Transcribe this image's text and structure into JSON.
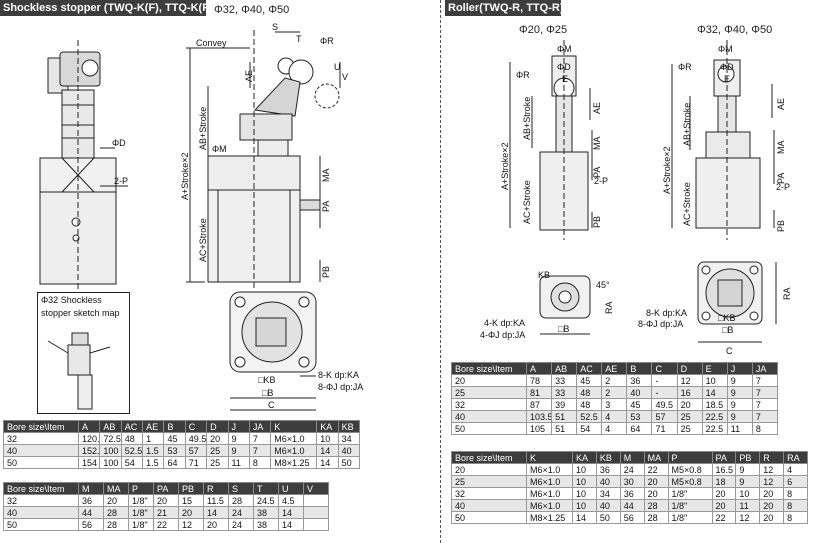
{
  "left": {
    "header": "Shockless stopper (TWQ-K(F), TTQ-K(F))",
    "bores_note": "Φ32, Φ40, Φ50",
    "sketch_caption_line1": "Φ32 Shockless",
    "sketch_caption_line2": "stopper sketch map",
    "labels": {
      "convey": "Convey",
      "s": "S",
      "t": "T",
      "phi_r": "ΦR",
      "u": "U",
      "v": "V",
      "ae": "AE",
      "ab_stroke": "AB+Stroke",
      "a_stroke2": "A+Stroke×2",
      "phi_m": "ΦM",
      "ma": "MA",
      "pa": "PA",
      "ac_stroke": "AC+Stroke",
      "pb": "PB",
      "phi_d": "ΦD",
      "two_p": "2-P",
      "kb": "□KB",
      "b": "□B",
      "c": "C",
      "k_dp": "8-K dp:KA",
      "phi_j": "8-ΦJ dp:JA"
    },
    "table1": {
      "headers": [
        "Bore size\\Item",
        "A",
        "AB",
        "AC",
        "AE",
        "B",
        "C",
        "D",
        "J",
        "JA",
        "K",
        "KA",
        "KB"
      ],
      "rows": [
        [
          "32",
          "120.5",
          "72.5",
          "48",
          "1",
          "45",
          "49.5",
          "20",
          "9",
          "7",
          "M6×1.0",
          "10",
          "34"
        ],
        [
          "40",
          "152.5",
          "100",
          "52.5",
          "1.5",
          "53",
          "57",
          "25",
          "9",
          "7",
          "M6×1.0",
          "14",
          "40"
        ],
        [
          "50",
          "154",
          "100",
          "54",
          "1.5",
          "64",
          "71",
          "25",
          "11",
          "8",
          "M8×1.25",
          "14",
          "50"
        ]
      ]
    },
    "table2": {
      "headers": [
        "Bore size\\Item",
        "M",
        "MA",
        "P",
        "PA",
        "PB",
        "R",
        "S",
        "T",
        "U",
        "V"
      ],
      "rows": [
        [
          "32",
          "36",
          "20",
          "1/8\"",
          "20",
          "15",
          "11.5",
          "28",
          "24.5",
          "4.5",
          ""
        ],
        [
          "40",
          "44",
          "28",
          "1/8\"",
          "21",
          "20",
          "14",
          "24",
          "38",
          "14",
          ""
        ],
        [
          "50",
          "56",
          "28",
          "1/8\"",
          "22",
          "12",
          "20",
          "24",
          "38",
          "14",
          ""
        ]
      ]
    }
  },
  "right": {
    "header": "Roller(TWQ-R, TTQ-R)",
    "bores_note_a": "Φ20, Φ25",
    "bores_note_b": "Φ32, Φ40, Φ50",
    "labels": {
      "phi_m": "ΦM",
      "phi_d": "ΦD",
      "e": "E",
      "phi_r": "ΦR",
      "ae": "AE",
      "ab_stroke": "AB+Stroke",
      "a_stroke2": "A+Stroke×2",
      "ma": "MA",
      "pa": "PA",
      "two_p": "2-P",
      "ac_stroke": "AC+Stroke",
      "pb": "PB",
      "kb": "KB",
      "b": "□B",
      "kb_sq": "□KB",
      "ra": "RA",
      "c": "C",
      "deg45": "45°",
      "k_dp": "4-K dp:KA",
      "phi_j": "4-ΦJ dp:JA",
      "k_dp8": "8-K dp:KA",
      "phi_j8": "8-ΦJ dp:JA"
    },
    "table1": {
      "headers": [
        "Bore size\\Item",
        "A",
        "AB",
        "AC",
        "AE",
        "B",
        "C",
        "D",
        "E",
        "J",
        "JA"
      ],
      "rows": [
        [
          "20",
          "78",
          "33",
          "45",
          "2",
          "36",
          "-",
          "12",
          "10",
          "9",
          "7"
        ],
        [
          "25",
          "81",
          "33",
          "48",
          "2",
          "40",
          "-",
          "16",
          "14",
          "9",
          "7"
        ],
        [
          "32",
          "87",
          "39",
          "48",
          "3",
          "45",
          "49.5",
          "20",
          "18.5",
          "9",
          "7"
        ],
        [
          "40",
          "103.5",
          "51",
          "52.5",
          "4",
          "53",
          "57",
          "25",
          "22.5",
          "9",
          "7"
        ],
        [
          "50",
          "105",
          "51",
          "54",
          "4",
          "64",
          "71",
          "25",
          "22.5",
          "11",
          "8"
        ]
      ]
    },
    "table2": {
      "headers": [
        "Bore size\\Item",
        "K",
        "KA",
        "KB",
        "M",
        "MA",
        "P",
        "PA",
        "PB",
        "R",
        "RA"
      ],
      "rows": [
        [
          "20",
          "M6×1.0",
          "10",
          "36",
          "24",
          "22",
          "M5×0.8",
          "16.5",
          "9",
          "12",
          "4"
        ],
        [
          "25",
          "M6×1.0",
          "10",
          "40",
          "30",
          "20",
          "M5×0.8",
          "18",
          "9",
          "12",
          "6"
        ],
        [
          "32",
          "M6×1.0",
          "10",
          "34",
          "36",
          "20",
          "1/8\"",
          "20",
          "10",
          "20",
          "8"
        ],
        [
          "40",
          "M6×1.0",
          "10",
          "40",
          "44",
          "28",
          "1/8\"",
          "20",
          "11",
          "20",
          "8"
        ],
        [
          "50",
          "M8×1.25",
          "14",
          "50",
          "56",
          "28",
          "1/8\"",
          "22",
          "12",
          "20",
          "8"
        ]
      ]
    }
  }
}
